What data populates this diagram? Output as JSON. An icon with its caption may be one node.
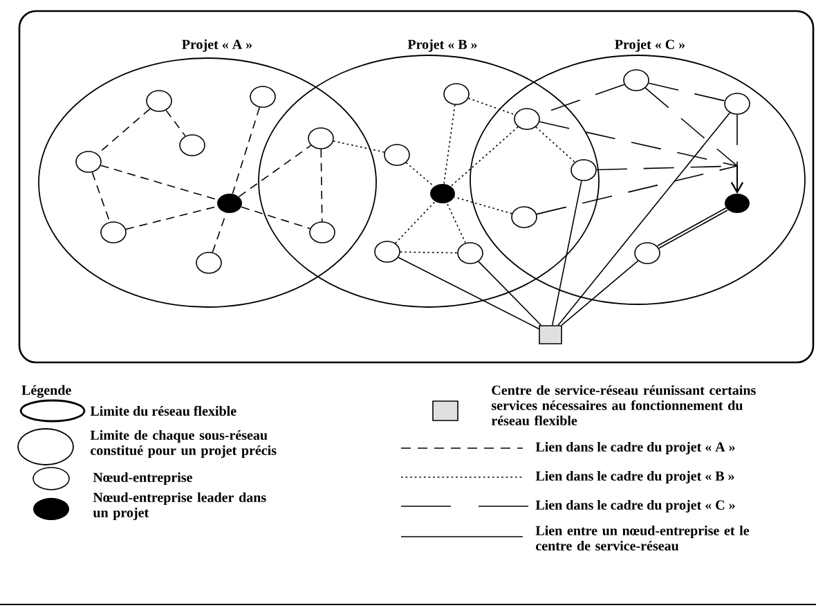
{
  "diagram": {
    "nodes": [
      {
        "text": [
          "Projet « A »"
        ]
      },
      {
        "text": [
          "Projet « B »"
        ]
      },
      {
        "text": [
          "Projet « C »"
        ]
      },
      {
        "text": [],
        "shape": "circle",
        "in": 0
      },
      {
        "text": [],
        "shape": "circle",
        "in": 0
      },
      {
        "text": [],
        "shape": "circle",
        "in": 0
      },
      {
        "text": [],
        "shape": "circle",
        "in": 0
      },
      {
        "text": [],
        "shape": "dot",
        "in": 0
      },
      {
        "text": [],
        "shape": "circle",
        "in": 0
      },
      {
        "text": [],
        "shape": "circle",
        "in": 0
      },
      {
        "text": [],
        "shape": "circle"
      },
      {
        "text": [],
        "shape": "circle"
      },
      {
        "text": [],
        "shape": "circle",
        "in": 1
      },
      {
        "text": [],
        "shape": "circle",
        "in": 1
      },
      {
        "text": [],
        "shape": "dot",
        "in": 1
      },
      {
        "text": [],
        "shape": "circle",
        "in": 1
      },
      {
        "text": [],
        "shape": "circle",
        "in": 1
      },
      {
        "text": [],
        "shape": "circle"
      },
      {
        "text": [],
        "shape": "circle"
      },
      {
        "text": [],
        "shape": "circle",
        "in": 2
      },
      {
        "text": [],
        "shape": "circle",
        "in": 2
      },
      {
        "text": [],
        "shape": "circle"
      },
      {
        "text": [],
        "shape": "dot",
        "in": 2
      },
      {
        "text": [],
        "shape": "circle",
        "in": 2
      },
      {
        "text": [],
        "shape": "box"
      }
    ],
    "edges": [
      {
        "from": 3,
        "to": 5,
        "arrow": "none",
        "style": "dashed"
      },
      {
        "from": 3,
        "to": 6,
        "arrow": "none",
        "style": "dashed"
      },
      {
        "from": 6,
        "to": 7,
        "arrow": "none",
        "style": "dashed"
      },
      {
        "from": 6,
        "to": 8,
        "arrow": "none",
        "style": "dashed"
      },
      {
        "from": 8,
        "to": 7,
        "arrow": "none",
        "style": "dashed"
      },
      {
        "from": 9,
        "to": 7,
        "arrow": "none",
        "style": "dashed"
      },
      {
        "from": 4,
        "to": 7,
        "arrow": "none",
        "style": "dashed"
      },
      {
        "from": 7,
        "to": 10,
        "arrow": "none",
        "style": "dashed"
      },
      {
        "from": 7,
        "to": 11,
        "arrow": "none",
        "style": "dashed"
      },
      {
        "from": 10,
        "to": 11,
        "arrow": "none",
        "style": "dashed"
      },
      {
        "from": 10,
        "to": 13,
        "arrow": "none",
        "style": "dashed"
      },
      {
        "from": 13,
        "to": 14,
        "arrow": "none",
        "style": "dashed"
      },
      {
        "from": 12,
        "to": 14,
        "arrow": "none",
        "style": "dashed"
      },
      {
        "from": 12,
        "to": 17,
        "arrow": "none",
        "style": "dashed"
      },
      {
        "from": 17,
        "to": 14,
        "arrow": "none",
        "style": "dashed"
      },
      {
        "from": 18,
        "to": 14,
        "arrow": "none",
        "style": "dashed"
      },
      {
        "from": 15,
        "to": 14,
        "arrow": "none",
        "style": "dashed"
      },
      {
        "from": 16,
        "to": 14,
        "arrow": "none",
        "style": "dashed"
      },
      {
        "from": 15,
        "to": 16,
        "arrow": "none",
        "style": "dashed"
      },
      {
        "from": 17,
        "to": 21,
        "arrow": "none",
        "style": "dashed"
      },
      {
        "from": 19,
        "to": 17,
        "arrow": "none",
        "style": "dashed"
      },
      {
        "from": 19,
        "to": 20,
        "arrow": "none",
        "style": "dashed"
      },
      {
        "from": 19,
        "to": 22,
        "arrow": "to",
        "style": "dashed"
      },
      {
        "from": 17,
        "to": 22,
        "arrow": "to",
        "style": "dashed"
      },
      {
        "from": 21,
        "to": 22,
        "arrow": "to",
        "style": "dashed"
      },
      {
        "from": 18,
        "to": 22,
        "arrow": "to",
        "style": "dashed"
      },
      {
        "from": 20,
        "to": 22,
        "arrow": "to",
        "style": "dashed"
      },
      {
        "from": 23,
        "to": 22,
        "arrow": "none",
        "style": "thick"
      },
      {
        "from": 24,
        "to": 15,
        "arrow": "none"
      },
      {
        "from": 24,
        "to": 16,
        "arrow": "none"
      },
      {
        "from": 24,
        "to": 21,
        "arrow": "none"
      },
      {
        "from": 24,
        "to": 20,
        "arrow": "none"
      },
      {
        "from": 24,
        "to": 23,
        "arrow": "none"
      }
    ],
    "labels": [
      "Légende"
    ],
    "legend": [
      {
        "text": "Limite du réseau flexible"
      },
      {
        "text": "Limite de chaque sous-réseau constitué pour un projet précis"
      },
      {
        "text": "Nœud-entreprise"
      },
      {
        "text": "Nœud-entreprise leader dans un projet"
      },
      {
        "text": "Centre de service-réseau réunissant certains services nécessaires au fonctionnement du réseau flexible"
      },
      {
        "text": "Lien dans le cadre du projet « A »"
      },
      {
        "text": "Lien dans le cadre du projet « B »"
      },
      {
        "text": "Lien dans le cadre du projet « C »"
      },
      {
        "text": "Lien entre un nœud-entreprise et le centre de service-réseau"
      }
    ]
  }
}
